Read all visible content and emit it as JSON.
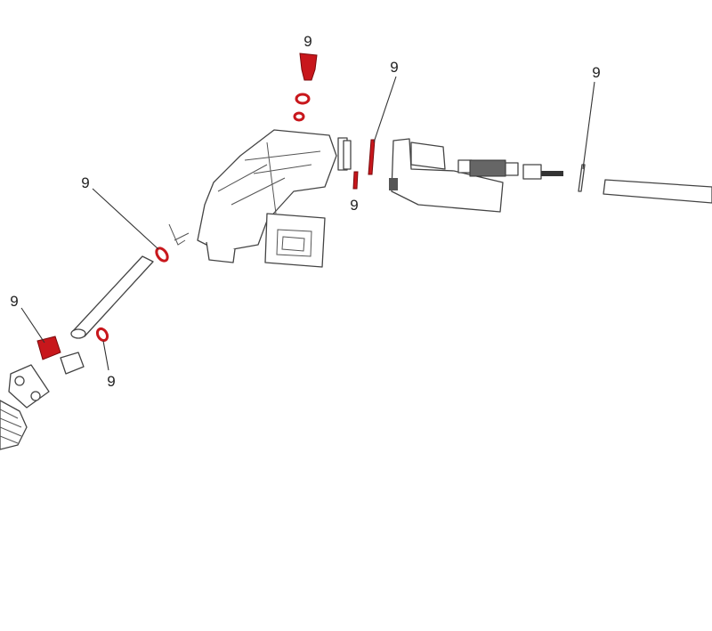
{
  "diagram": {
    "type": "exploded-parts-view",
    "highlight_color": "#c8171c",
    "callouts": [
      {
        "label": "9"
      },
      {
        "label": "9"
      },
      {
        "label": "9"
      },
      {
        "label": "9"
      },
      {
        "label": "9"
      },
      {
        "label": "9"
      },
      {
        "label": "9"
      }
    ]
  }
}
